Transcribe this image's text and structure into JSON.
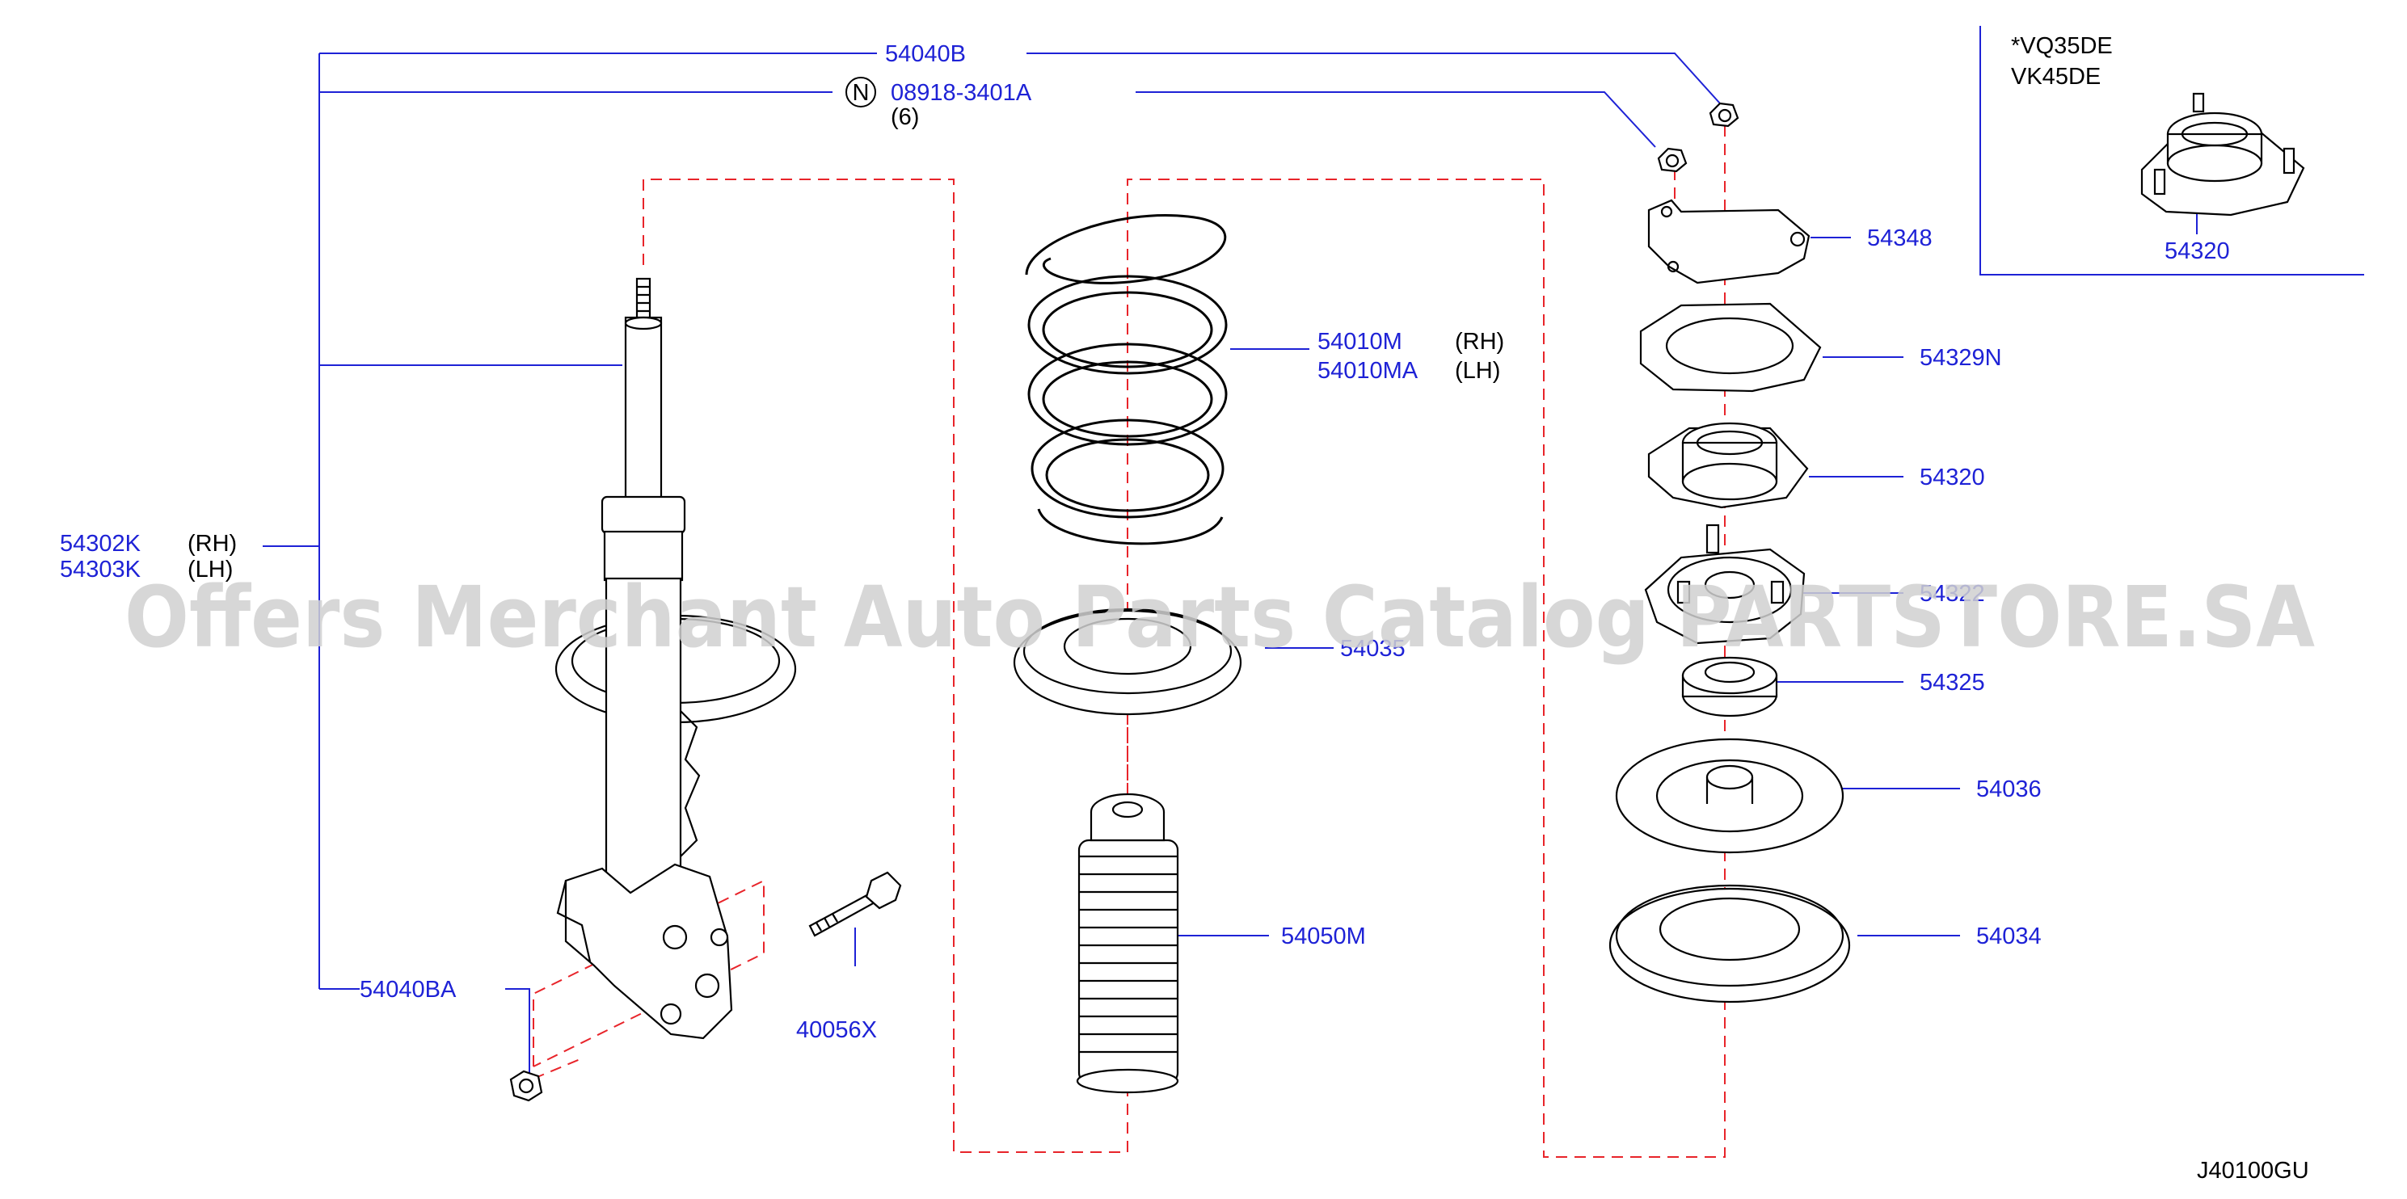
{
  "callouts": {
    "p54040B": "54040B",
    "p08918": "08918-3401A",
    "p08918_qty": "(6)",
    "p08918_badge": "N",
    "p54302K": "54302K",
    "p54303K": "54303K",
    "rh": "(RH)",
    "lh": "(LH)",
    "p54040BA": "54040BA",
    "p40056X": "40056X",
    "p54010M": "54010M",
    "p54010MA": "54010MA",
    "p54035": "54035",
    "p54050M": "54050M",
    "p54348": "54348",
    "p54329N": "54329N",
    "p54320": "54320",
    "p54322": "54322",
    "p54325": "54325",
    "p54036": "54036",
    "p54034": "54034"
  },
  "inset": {
    "engine1": "*VQ35DE",
    "engine2": "VK45DE",
    "part": "54320"
  },
  "diagram_code": "J40100GU",
  "watermark": "Offers Merchant Auto Parts Catalog PARTSTORE.SA",
  "colors": {
    "callout": "#1e22d6",
    "dashed_guide": "#e8242a",
    "part_outline": "#000000",
    "watermark": "#d0d0d0"
  }
}
